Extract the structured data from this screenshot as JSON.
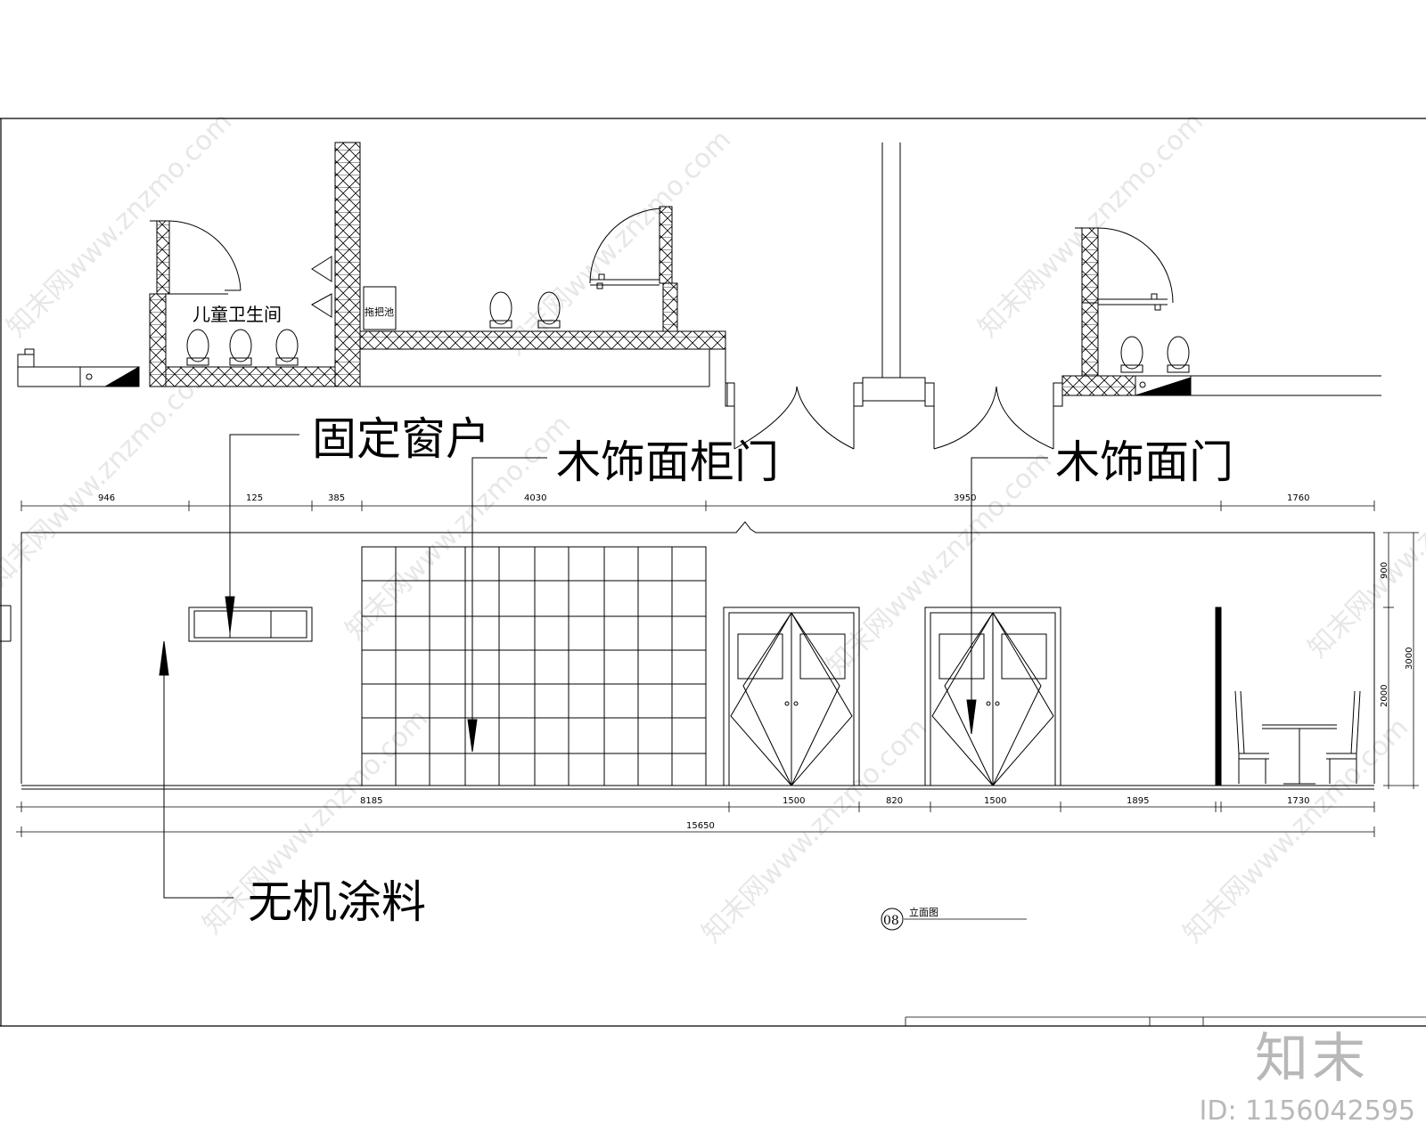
{
  "labels": {
    "fixed_window": "固定窗户",
    "wood_cabinet_door": "木饰面柜门",
    "wood_door": "木饰面门",
    "inorganic_paint": "无机涂料",
    "child_restroom": "儿童卫生间",
    "mop_sink": "拖把池"
  },
  "dimensions": {
    "top": [
      "946",
      "125",
      "385",
      "4030",
      "3950",
      "1760"
    ],
    "bottom": [
      "8185",
      "1500",
      "820",
      "1500",
      "1895",
      "1730"
    ],
    "total": "15650",
    "right": [
      "900",
      "2000",
      "3000"
    ]
  },
  "drawing": {
    "number": "08",
    "title": "立面图"
  },
  "brand": {
    "logo": "知末",
    "id": "ID: 1156042595"
  },
  "watermark": "知末网www.znzmo.com"
}
